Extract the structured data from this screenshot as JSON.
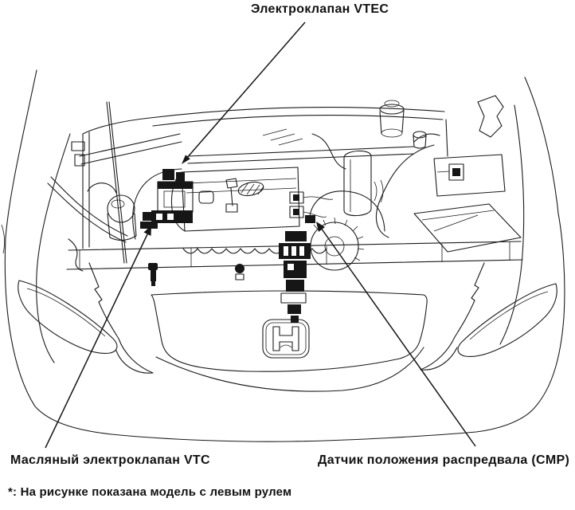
{
  "diagram": {
    "callouts": [
      {
        "id": "vtec",
        "label": "Электроклапан VTEC",
        "position": "top"
      },
      {
        "id": "vtc",
        "label": "Масляный электроклапан VTC",
        "position": "bottom-left"
      },
      {
        "id": "cmp",
        "label": "Датчик положения распредвала (CMP)",
        "position": "bottom-right"
      }
    ],
    "footnote": "*: На рисунке показана модель с левым рулем",
    "icons": {
      "badge": "honda-h-logo"
    },
    "colors": {
      "line": "#1b1b1b",
      "background": "#ffffff"
    }
  }
}
